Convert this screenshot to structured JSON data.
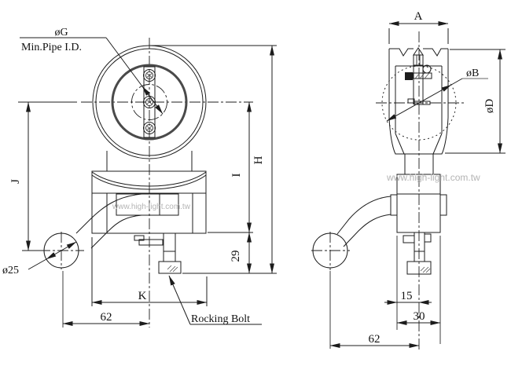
{
  "drawing": {
    "title": "pipe-roller-two-view-technical-drawing",
    "left_view": {
      "labels": {
        "og": "øG",
        "min_pipe": "Min.Pipe I.D.",
        "o25": "ø25",
        "rocking_bolt": "Rocking Bolt"
      },
      "dims": {
        "j": "J",
        "i": "I",
        "h": "H",
        "k": "K",
        "d29": "29",
        "d62": "62"
      }
    },
    "right_view": {
      "labels": {
        "ob": "øB"
      },
      "dims": {
        "a": "A",
        "od": "øD",
        "d15": "15",
        "d30": "30",
        "d62": "62"
      }
    },
    "watermark": {
      "left": "www.high-light.com.tw",
      "right": "www.high-light.com.tw"
    },
    "colors": {
      "line": "#1c1c1c",
      "watermark": "#b4b4b4",
      "leader_underline": "#999999"
    }
  }
}
